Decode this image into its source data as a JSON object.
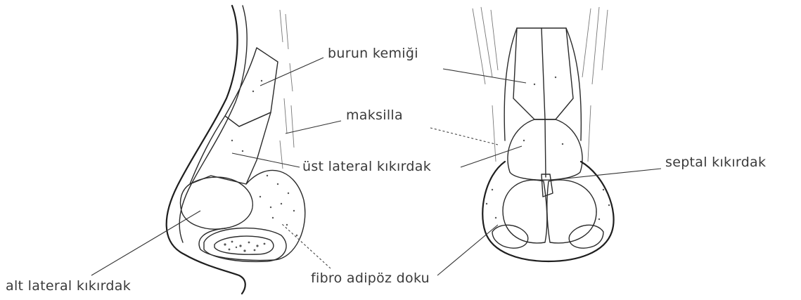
{
  "labels": {
    "burun_kemigi": "burun kemiği",
    "maksilla": "maksilla",
    "ust_lateral": "üst lateral kıkırdak",
    "septal": "septal  kıkırdak",
    "alt_lateral": "alt lateral kıkırdak",
    "fibro": "fibro adipöz doku"
  },
  "colors": {
    "line": "#1e1e1e",
    "text": "#3a3a3a",
    "background": "#ffffff"
  }
}
